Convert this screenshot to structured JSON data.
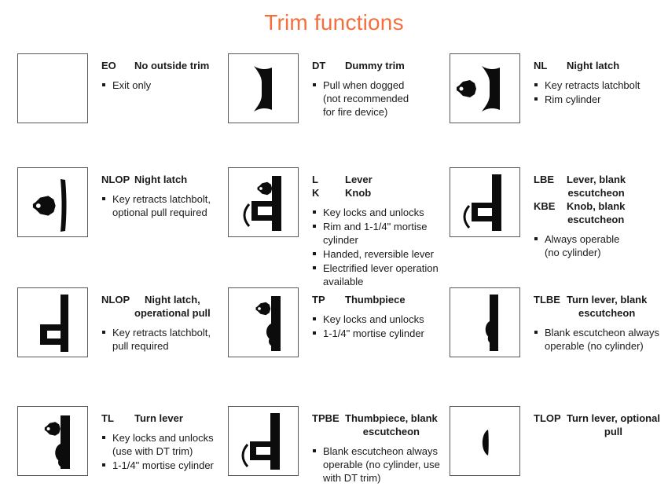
{
  "title": "Trim functions",
  "accent_color": "#F3703E",
  "cells": [
    {
      "icon": "empty-box",
      "codes": [
        {
          "code": "EO",
          "name": "No outside trim"
        }
      ],
      "bullets": [
        "Exit only"
      ]
    },
    {
      "icon": "door-pull-icon",
      "codes": [
        {
          "code": "DT",
          "name": "Dummy trim"
        }
      ],
      "bullets": [
        "Pull when dogged\n(not recommended\nfor fire device)"
      ]
    },
    {
      "icon": "pull-with-rim-cylinder-icon",
      "codes": [
        {
          "code": "NL",
          "name": "Night latch"
        }
      ],
      "bullets": [
        "Key retracts latchbolt",
        "Rim cylinder"
      ]
    },
    {
      "icon": "cylinder-with-plate-icon",
      "codes": [
        {
          "code": "NLOP",
          "name": "Night latch"
        }
      ],
      "bullets": [
        "Key retracts latchbolt,\noptional pull required"
      ]
    },
    {
      "icon": "lever-with-cylinder-icon",
      "codes": [
        {
          "code": "L",
          "name": "Lever"
        },
        {
          "code": "K",
          "name": "Knob"
        }
      ],
      "bullets": [
        "Key locks and unlocks",
        "Rim and 1-1/4\" mortise\ncylinder",
        "Handed, reversible lever",
        "Electrified lever operation\navailable"
      ]
    },
    {
      "icon": "lever-blank-escutcheon-icon",
      "codes": [
        {
          "code": "LBE",
          "name": "Lever, blank\nescutcheon"
        },
        {
          "code": "KBE",
          "name": "Knob, blank\nescutcheon"
        }
      ],
      "bullets": [
        "Always operable\n(no cylinder)"
      ]
    },
    {
      "icon": "plate-with-pull-icon",
      "codes": [
        {
          "code": "NLOP",
          "name": "Night latch,\noperational pull"
        }
      ],
      "bullets": [
        "Key retracts latchbolt,\npull required"
      ]
    },
    {
      "icon": "thumbpiece-with-cylinder-icon",
      "codes": [
        {
          "code": "TP",
          "name": "Thumbpiece"
        }
      ],
      "bullets": [
        "Key locks and unlocks",
        "1-1/4\" mortise cylinder"
      ]
    },
    {
      "icon": "turn-lever-blank-escutcheon-icon",
      "codes": [
        {
          "code": "TLBE",
          "name": "Turn lever, blank\nescutcheon"
        }
      ],
      "bullets": [
        "Blank escutcheon always\noperable (no cylinder)"
      ]
    },
    {
      "icon": "turn-lever-with-cylinder-icon",
      "codes": [
        {
          "code": "TL",
          "name": "Turn lever"
        }
      ],
      "bullets": [
        "Key locks and unlocks\n(use with DT trim)",
        "1-1/4\" mortise cylinder"
      ]
    },
    {
      "icon": "thumbpiece-blank-escutcheon-icon",
      "codes": [
        {
          "code": "TPBE",
          "name": "Thumbpiece, blank\nescutcheon"
        }
      ],
      "bullets": [
        "Blank escutcheon always\noperable (no cylinder, use\nwith DT trim)"
      ]
    },
    {
      "icon": "turn-lever-icon",
      "codes": [
        {
          "code": "TLOP",
          "name": "Turn lever, optional\npull"
        }
      ],
      "bullets": []
    }
  ]
}
